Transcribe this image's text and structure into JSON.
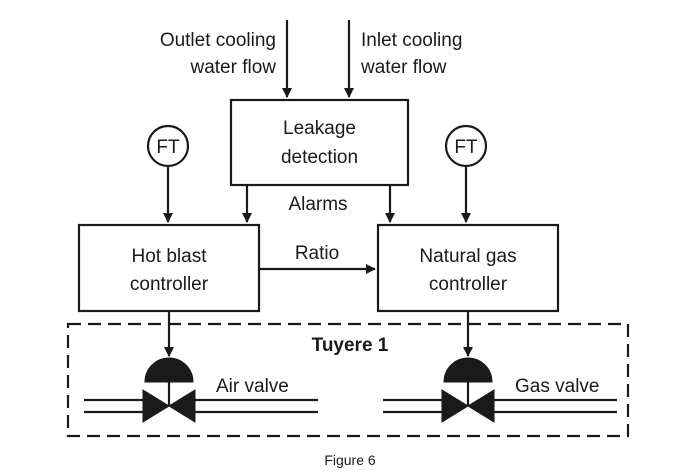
{
  "labels": {
    "outlet_line1": "Outlet cooling",
    "outlet_line2": "water flow",
    "inlet_line1": "Inlet cooling",
    "inlet_line2": "water flow",
    "leak_line1": "Leakage",
    "leak_line2": "detection",
    "alarms": "Alarms",
    "ft_left": "FT",
    "ft_right": "FT",
    "hot_line1": "Hot blast",
    "hot_line2": "controller",
    "ratio": "Ratio",
    "gas_line1": "Natural gas",
    "gas_line2": "controller",
    "tuyere": "Tuyere 1",
    "air_valve": "Air valve",
    "gas_valve": "Gas valve",
    "caption": "Figure 6"
  },
  "colors": {
    "ink": "#1a1a1a",
    "background": "#ffffff"
  }
}
